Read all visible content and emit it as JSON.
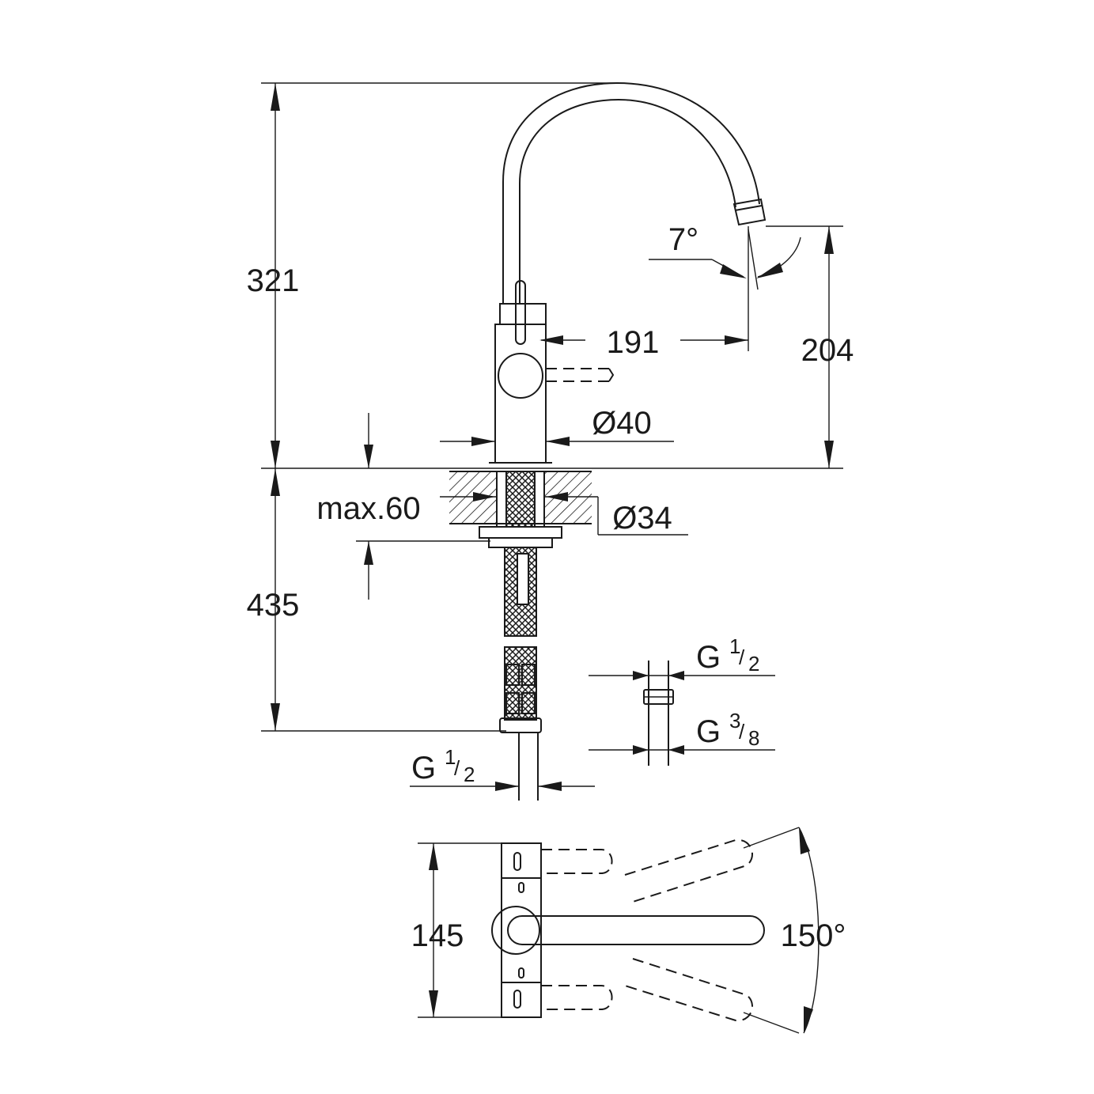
{
  "drawing": {
    "dimensions": {
      "total_height": "321",
      "spout_height": "204",
      "spout_reach": "191",
      "spout_angle": "7°",
      "body_diameter": "Ø40",
      "hole_diameter": "Ø34",
      "deck_thickness": "max.60",
      "hose_length": "435",
      "handle_depth": "145",
      "handle_rotation": "150°"
    },
    "threads": {
      "supply_main": "G",
      "supply_main_num": "1",
      "supply_main_den": "2",
      "top_connector": "G",
      "top_connector_num": "1",
      "top_connector_den": "2",
      "bottom_connector": "G",
      "bottom_connector_num": "3",
      "bottom_connector_den": "8"
    },
    "colors": {
      "line": "#1a1a1a",
      "background": "#ffffff"
    }
  }
}
